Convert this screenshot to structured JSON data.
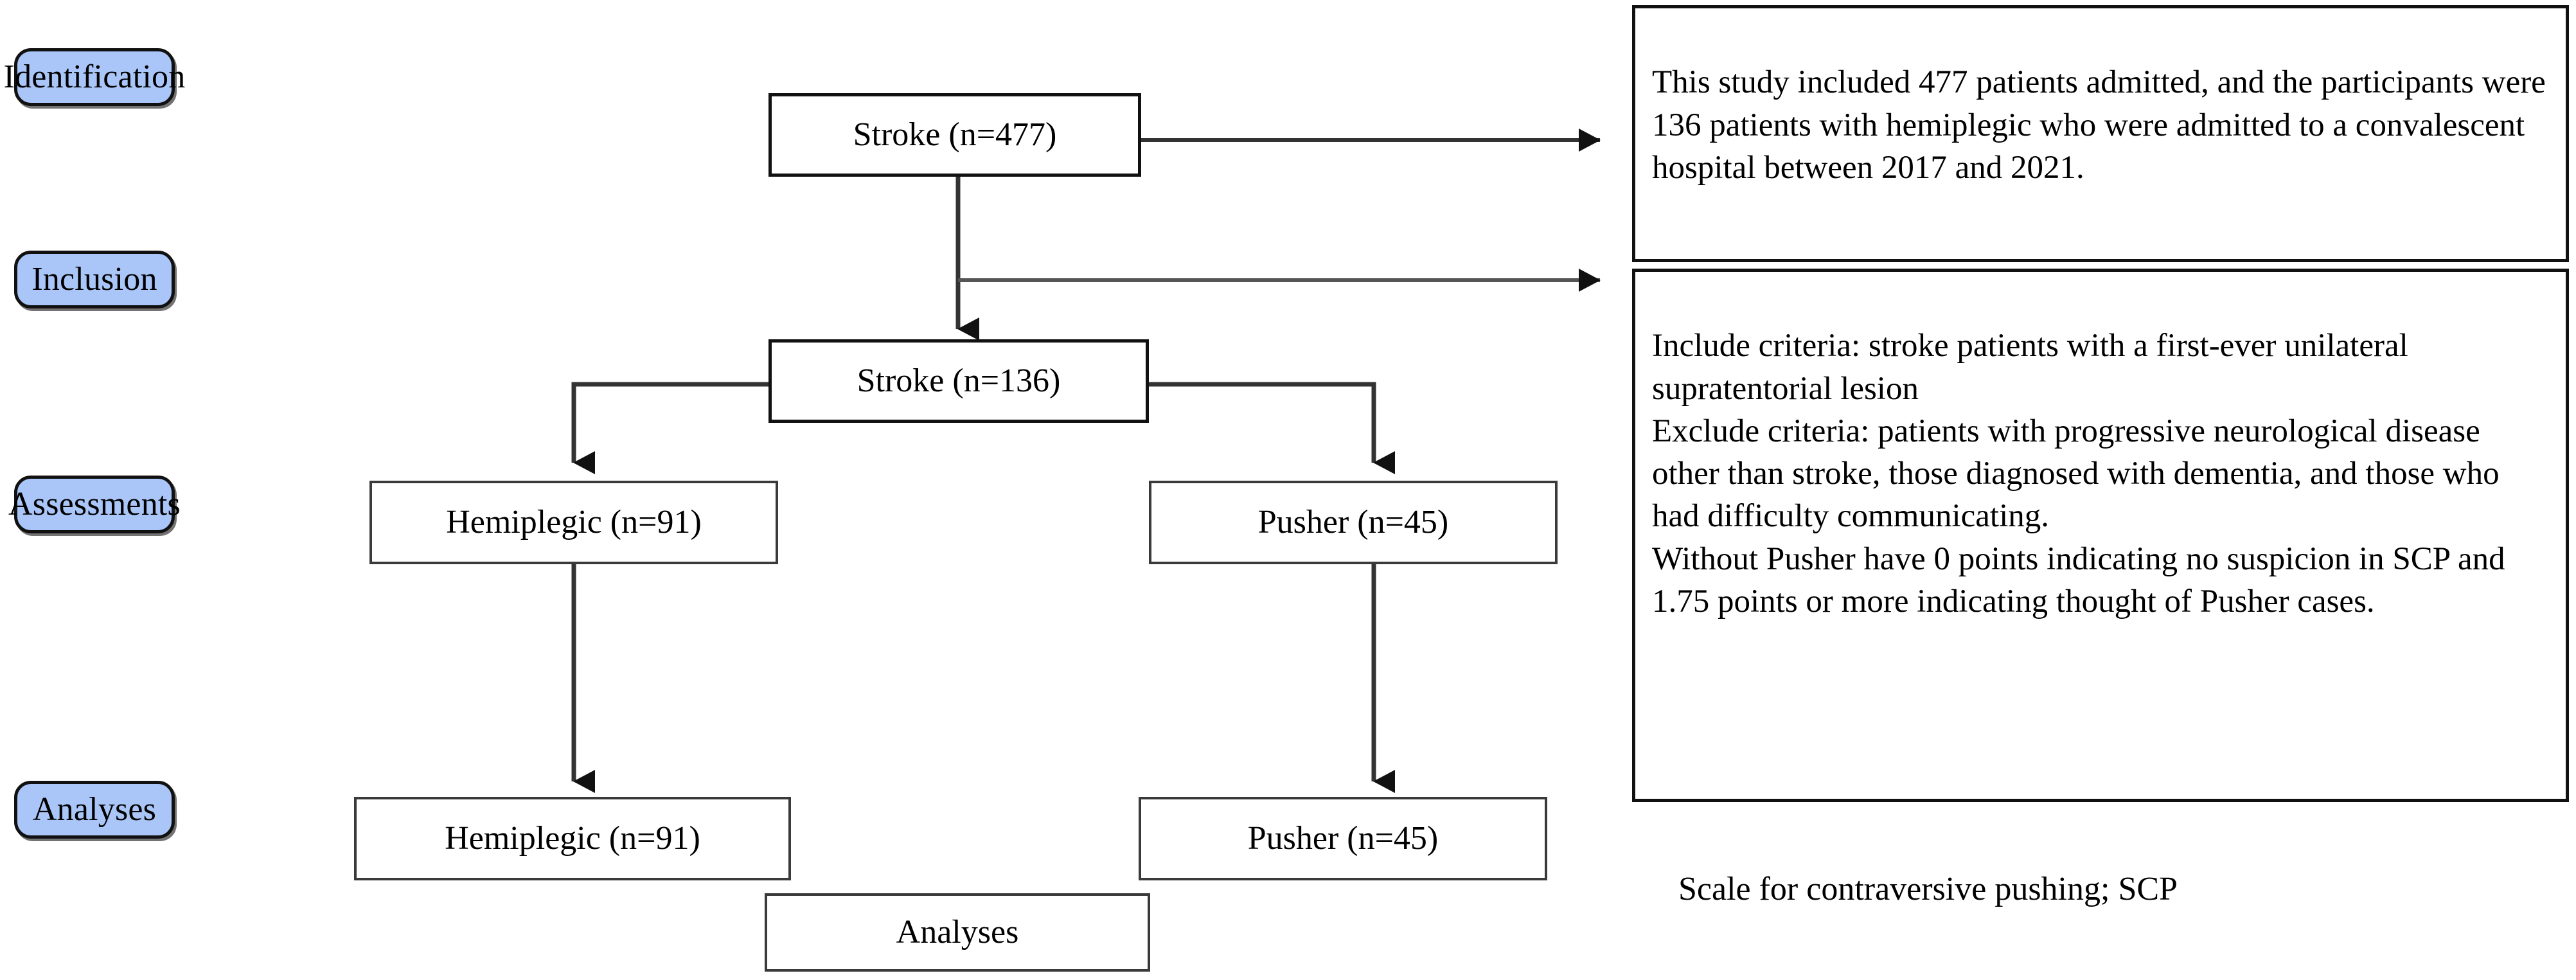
{
  "figure": {
    "type": "flowchart",
    "title_caption": "Scale for contraversive pushing; SCP"
  },
  "stages": [
    {
      "label": "Identification"
    },
    {
      "label": "Inclusion"
    },
    {
      "label": "Assessments"
    },
    {
      "label": "Analyses"
    }
  ],
  "nodes": {
    "stroke_total": "Stroke (n=477)",
    "stroke_included": "Stroke (n=136)",
    "hemiplegic_assessment": "Hemiplegic (n=91)",
    "pusher_assessment": "Pusher (n=45)",
    "hemiplegic_analysis": "Hemiplegic (n=91)",
    "pusher_analysis": "Pusher (n=45)",
    "analyses": "Analyses"
  },
  "notes": {
    "identification": "This study included 477 patients admitted, and the participants were 136 patients with hemiplegic who were admitted to a convalescent hospital between 2017 and 2021.",
    "inclusion": "Include criteria: stroke patients with a first-ever unilateral supratentorial lesion\nExclude criteria: patients with progressive neurological disease other than stroke, those diagnosed with dementia, and those who had difficulty communicating.\nWithout Pusher have 0 points indicating no suspicion in SCP and 1.75 points or more indicating thought of Pusher cases."
  },
  "colors": {
    "stage_fill": "#aac6f8",
    "stroke": "#111111",
    "background": "#ffffff"
  },
  "counts": {
    "screened": 477,
    "included": 136,
    "hemiplegic": 91,
    "pusher": 45,
    "scp_no_suspicion_points": 0,
    "scp_pusher_threshold_points": 1.75,
    "year_start": 2017,
    "year_end": 2021
  }
}
